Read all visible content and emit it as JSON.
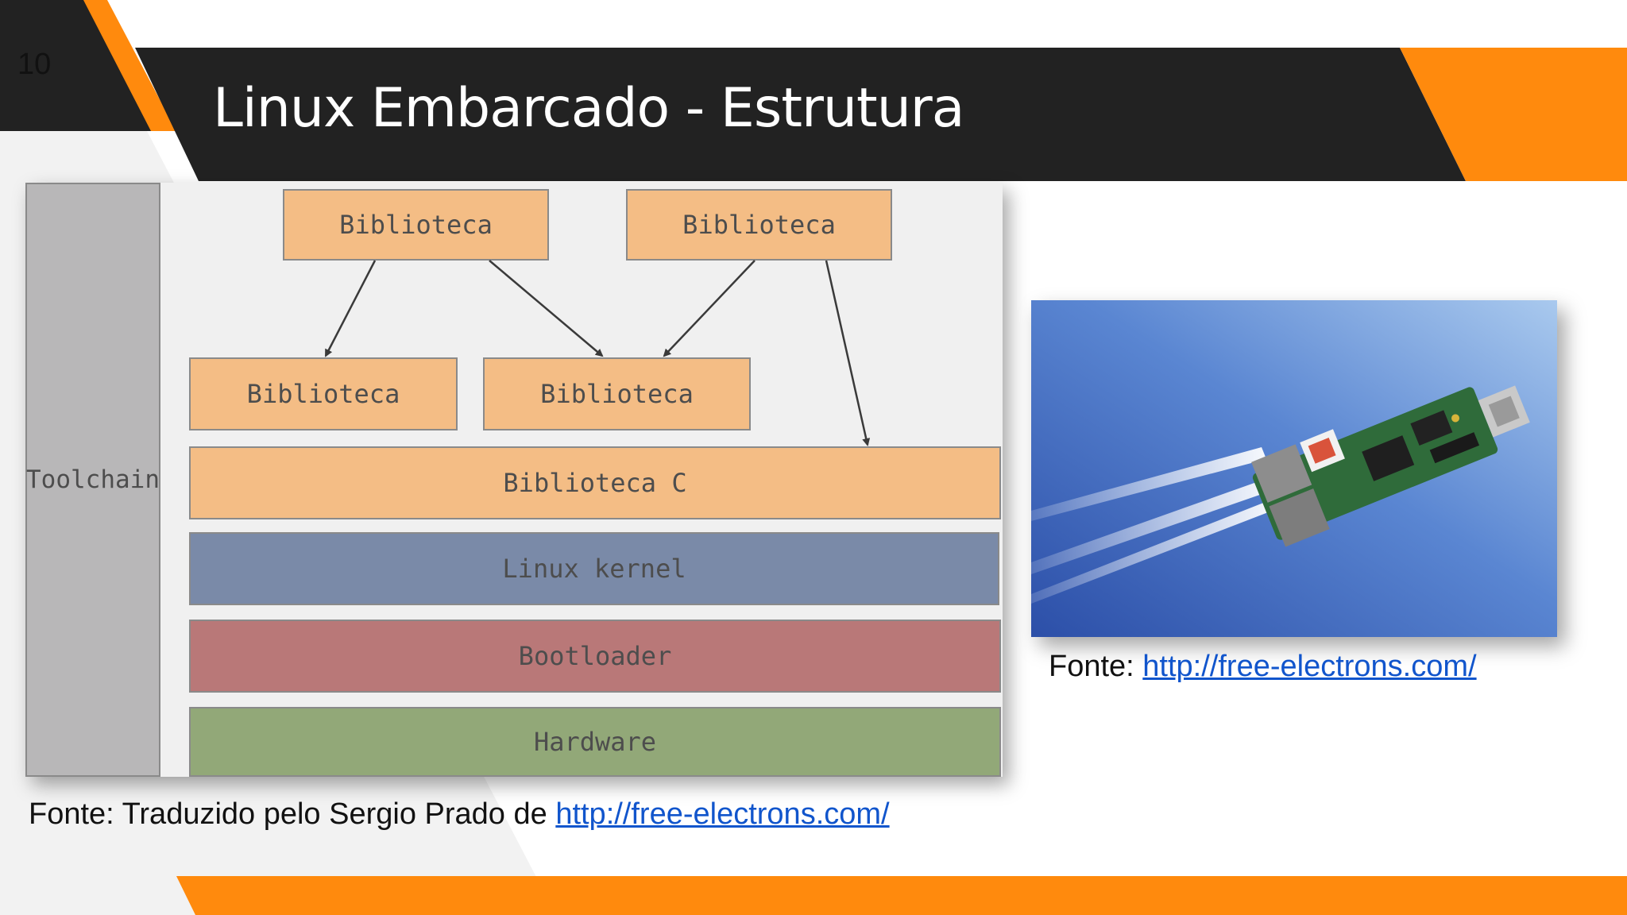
{
  "slide": {
    "number": "10",
    "title": "Linux Embarcado - Estrutura"
  },
  "colors": {
    "accent_orange": "#ff8a0d",
    "title_bar": "#222222",
    "library_box": "#f4bd85",
    "toolchain_box": "#b8b7b8",
    "kernel_box": "#7a8aa8",
    "bootloader_box": "#b97878",
    "hardware_box": "#92a878",
    "link": "#1155cc"
  },
  "diagram": {
    "toolchain": "Toolchain",
    "top_libraries": [
      "Biblioteca",
      "Biblioteca"
    ],
    "mid_libraries": [
      "Biblioteca",
      "Biblioteca"
    ],
    "c_library": "Biblioteca C",
    "kernel": "Linux kernel",
    "bootloader": "Bootloader",
    "hardware": "Hardware"
  },
  "captions": {
    "left_prefix": "Fonte: Traduzido pelo Sergio Prado de ",
    "left_link": "http://free-electrons.com/",
    "right_prefix": "Fonte: ",
    "right_link": "http://free-electrons.com/"
  },
  "photo": {
    "subject": "usb-embedded-board-image"
  }
}
